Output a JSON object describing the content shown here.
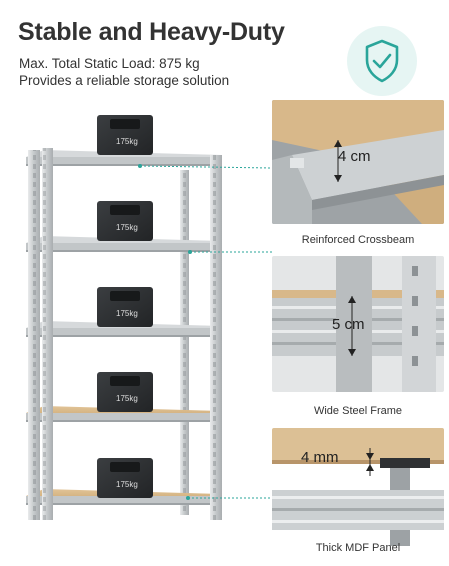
{
  "header": {
    "title": "Stable and Heavy-Duty",
    "line1": "Max. Total Static Load: 875 kg",
    "line2": "Provides a reliable storage solution"
  },
  "shelf": {
    "weight_label": "175kg"
  },
  "panels": [
    {
      "caption": "Reinforced Crossbeam",
      "dimension": "4 cm"
    },
    {
      "caption": "Wide Steel Frame",
      "dimension": "5 cm"
    },
    {
      "caption": "Thick MDF Panel",
      "dimension": "4 mm"
    }
  ],
  "colors": {
    "accent": "#2aa59a",
    "badge_bg": "#e6f5f3",
    "steel": "#c9ccce",
    "mdf": "#d8b88a",
    "weight": "#2f3133"
  },
  "icons": {
    "badge": "shield-check-icon"
  }
}
